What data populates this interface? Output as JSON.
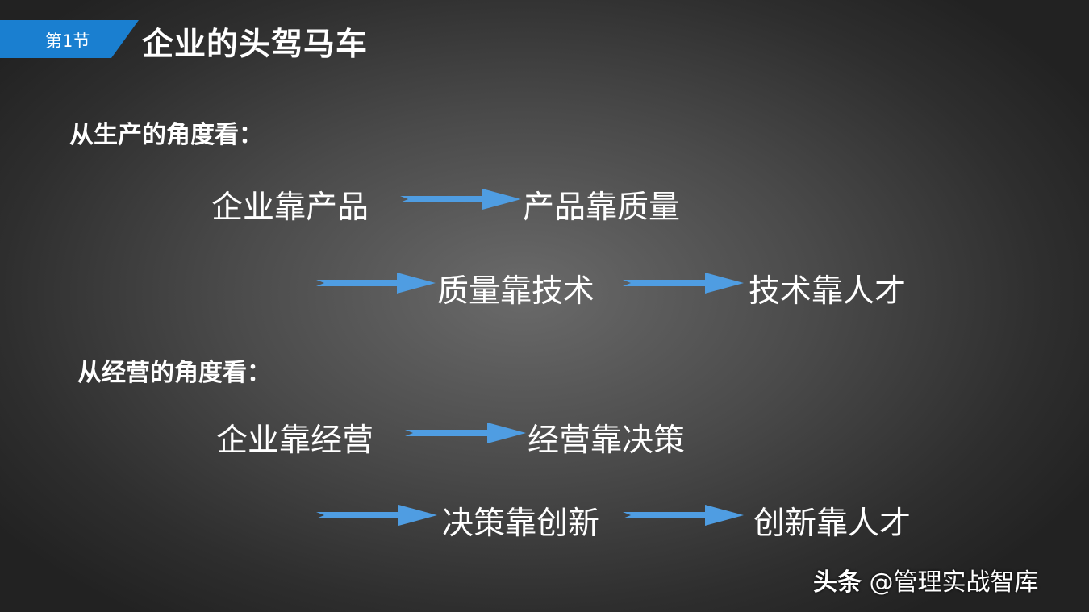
{
  "header": {
    "section_label": "第1节",
    "title": "企业的头驾马车",
    "badge_color": "#1a7fd0"
  },
  "production": {
    "heading": "从生产的角度看：",
    "row1": [
      "企业靠产品",
      "产品靠质量"
    ],
    "row2": [
      "质量靠技术",
      "技术靠人才"
    ]
  },
  "management": {
    "heading": "从经营的角度看：",
    "row1": [
      "企业靠经营",
      "经营靠决策"
    ],
    "row2": [
      "决策靠创新",
      "创新靠人才"
    ]
  },
  "arrow": {
    "icon": "right-arrow-icon",
    "color": "#4f9de2"
  },
  "watermark": {
    "brand": "头条",
    "handle": "@管理实战智库"
  }
}
